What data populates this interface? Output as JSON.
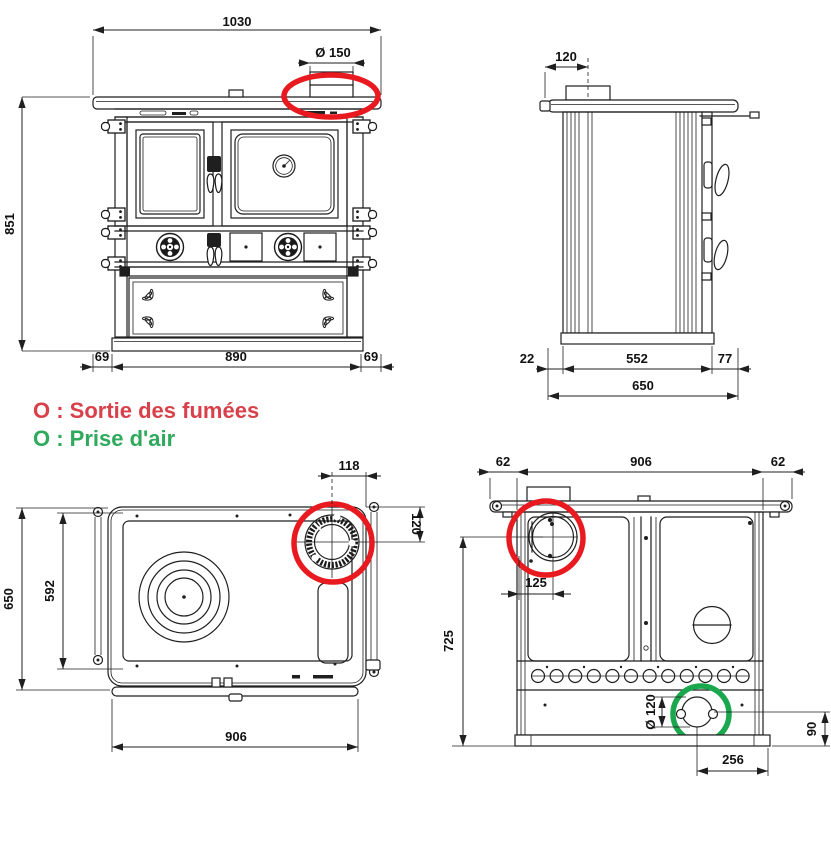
{
  "legend": {
    "smoke_label": "O : Sortie des fumées",
    "air_label": "O : Prise d'air",
    "smoke_color": "#d8414a",
    "air_color": "#2fa95c"
  },
  "annotation_colors": {
    "flue": "#e8191f",
    "air": "#1aa74d"
  },
  "front_view": {
    "dims": {
      "total_width": "1030",
      "flue_diameter": "Ø 150",
      "height": "851",
      "left_overhang": "69",
      "body_width": "890",
      "right_overhang": "69"
    }
  },
  "side_view": {
    "dims": {
      "flue_offset": "120",
      "rear_gap": "22",
      "body_depth": "552",
      "front_overhang": "77",
      "total_depth": "650"
    }
  },
  "top_view": {
    "dims": {
      "flue_offset_x": "118",
      "flue_offset_y": "120",
      "total_depth": "650",
      "inner_depth": "592",
      "width": "906"
    }
  },
  "rear_view": {
    "dims": {
      "left_overhang": "62",
      "body_width": "906",
      "right_overhang": "62",
      "flue_center_height": "725",
      "flue_offset_x": "125",
      "air_diameter": "Ø 120",
      "air_center_height": "90",
      "air_offset_x": "256"
    }
  }
}
